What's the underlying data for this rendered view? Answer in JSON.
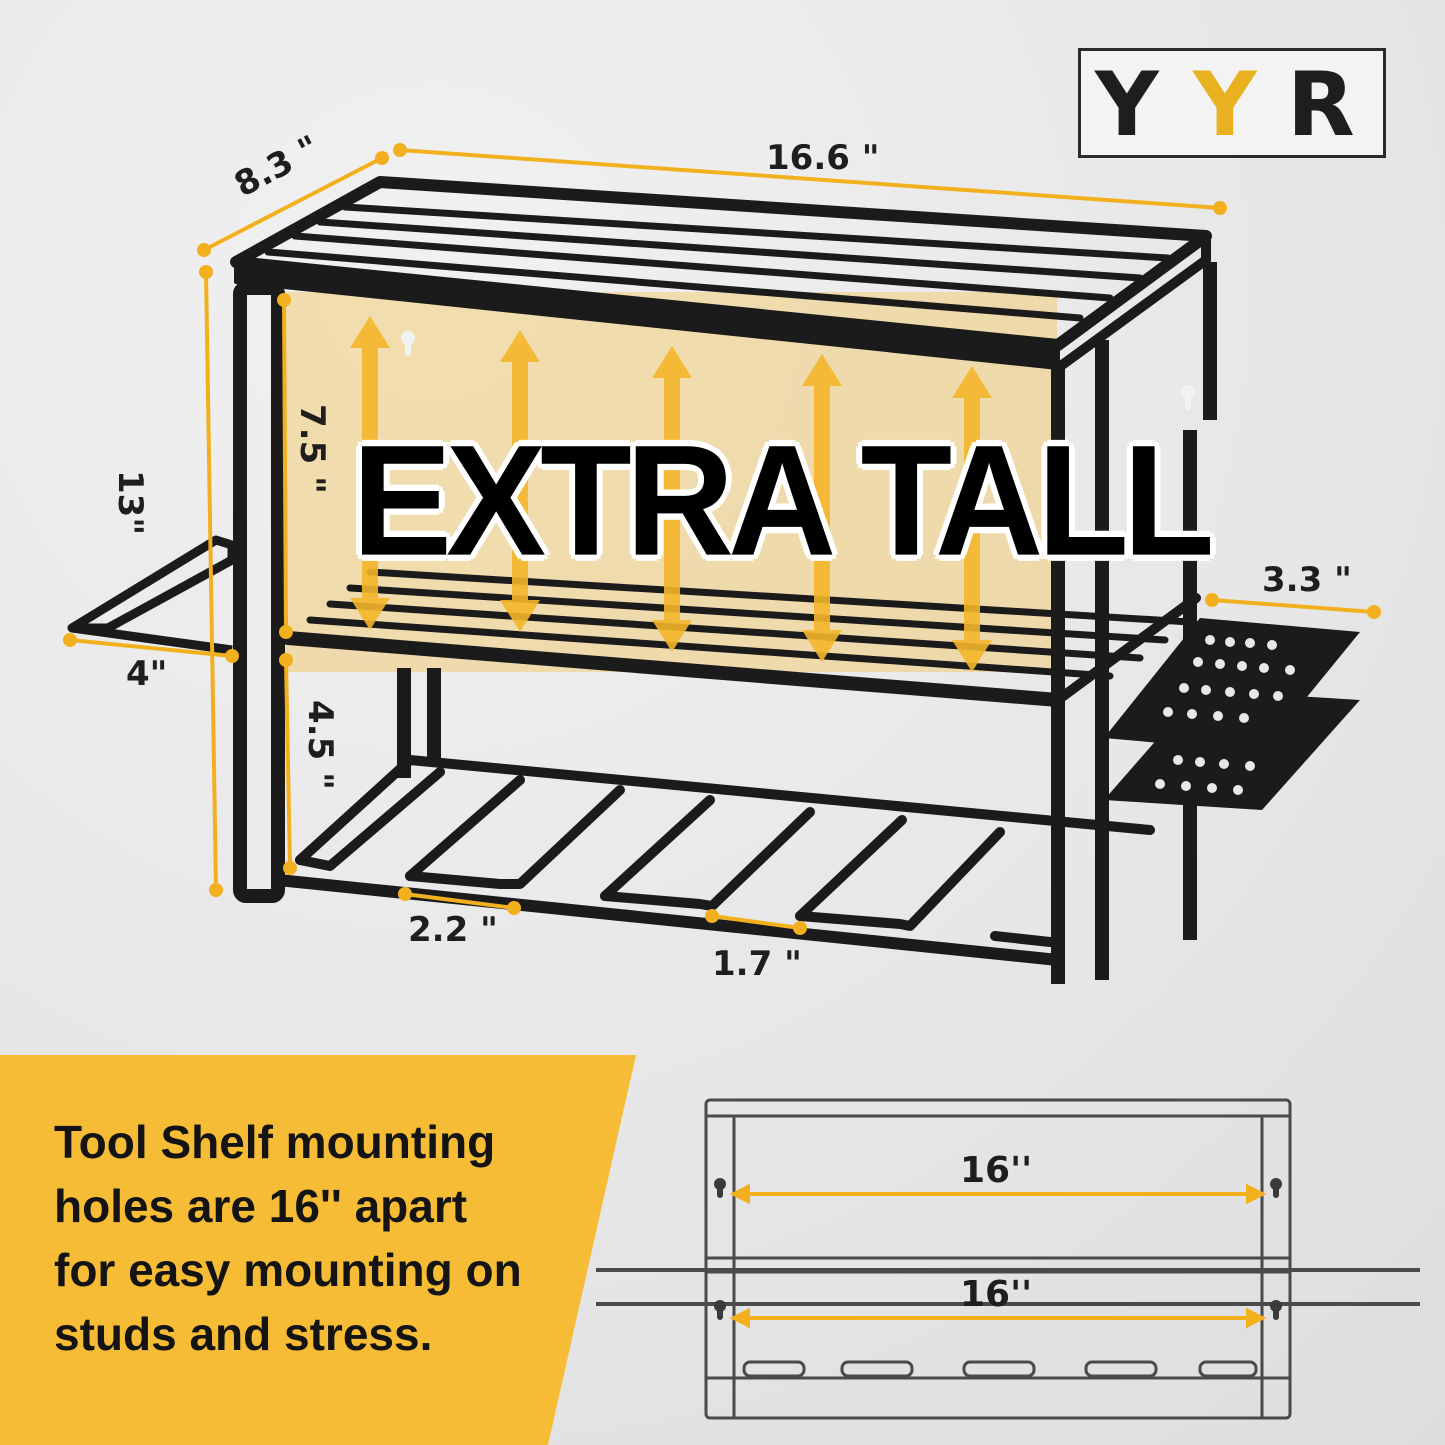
{
  "brand": {
    "logo_letters": [
      "Y",
      "Y",
      "R"
    ],
    "accent_color": "#f4b62a"
  },
  "headline": "EXTRA TALL",
  "dimensions": {
    "width": "16.6 \"",
    "depth": "8.3 \"",
    "height": "13\"",
    "shelf_gap": "7.5 \"",
    "lower_gap": "4.5 \"",
    "left_hanger": "4\"",
    "right_plate": "3.3 \"",
    "slot_width": "2.2 \"",
    "slot_gap": "1.7 \""
  },
  "mounting": {
    "caption_lines": [
      "Tool Shelf mounting",
      "holes are 16'' apart",
      "for easy mounting on",
      "studs and stress."
    ],
    "top_hole_spacing": "16''",
    "bottom_hole_spacing": "16''"
  }
}
